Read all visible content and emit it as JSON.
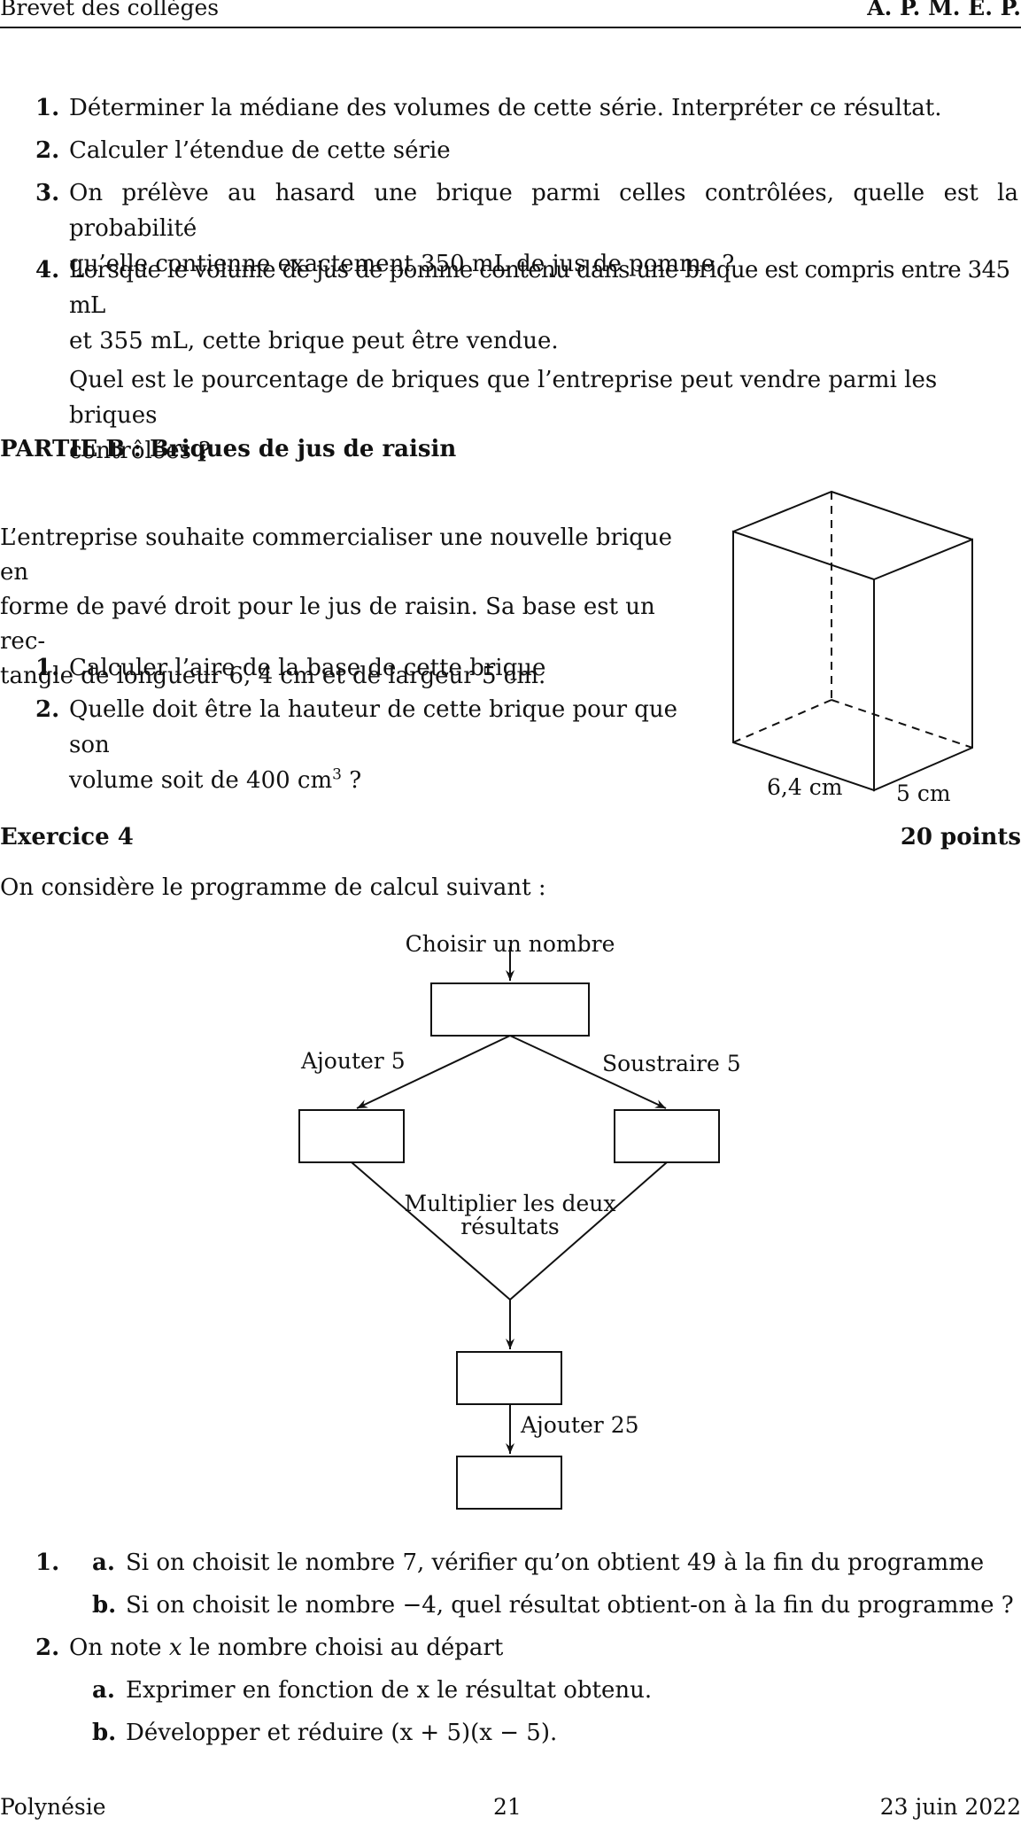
{
  "header": {
    "left": "Brevet des collèges",
    "right": "A. P. M. E. P."
  },
  "partA_questions": [
    {
      "num": "1.",
      "lines": [
        "Déterminer la médiane des volumes de cette série. Interpréter ce résultat."
      ]
    },
    {
      "num": "2.",
      "lines": [
        "Calculer l’étendue de cette série"
      ]
    },
    {
      "num": "3.",
      "lines": [
        "On prélève au hasard une brique parmi celles contrôlées, quelle est la probabilité",
        "qu’elle contienne exactement 350 mL de jus de pomme ?"
      ]
    },
    {
      "num": "4.",
      "lines": [
        "Lorsque le volume de jus de pomme contenu dans une brique est compris entre 345 mL",
        "et 355 mL, cette brique peut être vendue."
      ],
      "extra": [
        "Quel est le pourcentage de briques que l’entreprise peut vendre parmi les briques",
        "contrôlées ?"
      ]
    }
  ],
  "partB": {
    "title": "PARTIE B : Briques de jus de raisin",
    "intro": [
      "L’entreprise souhaite commercialiser une nouvelle brique en",
      "forme de pavé droit pour le jus de raisin. Sa base est un rec-",
      "tangle de longueur 6, 4 cm et de largeur 5 cm."
    ],
    "q1_num": "1.",
    "q1": "Calculer l’aire de la base de cette brique",
    "q2_num": "2.",
    "q2_line1": "Quelle doit être la hauteur de cette brique pour que son",
    "q2_line2_pre": "volume soit de 400 cm",
    "q2_sup": "3",
    "q2_line2_post": " ?",
    "figure": {
      "label_length": "6,4 cm",
      "label_width": "5 cm"
    }
  },
  "exercise4": {
    "title": "Exercice 4",
    "points": "20 points",
    "intro": "On considère le programme de calcul suivant :",
    "flow": {
      "start": "Choisir un nombre",
      "left_op": "Ajouter 5",
      "right_op": "Soustraire 5",
      "multiply_line1": "Multiplier les deux",
      "multiply_line2": "résultats",
      "add_op": "Ajouter 25"
    },
    "q1_num": "1.",
    "q1a_label": "a.",
    "q1a": "Si on choisit le nombre 7, vérifier qu’on obtient 49 à la fin du programme",
    "q1b_label": "b.",
    "q1b": "Si on choisit le nombre −4, quel résultat obtient-on à la fin du programme ?",
    "q2_num": "2.",
    "q2_pre": "On note ",
    "q2_var": "x",
    "q2_post": " le nombre choisi au départ",
    "q2a_label": "a.",
    "q2a": "Exprimer en fonction de x le résultat obtenu.",
    "q2b_label": "b.",
    "q2b": "Développer et réduire (x + 5)(x − 5)."
  },
  "footer": {
    "left": "Polynésie",
    "center": "21",
    "right": "23 juin 2022"
  }
}
